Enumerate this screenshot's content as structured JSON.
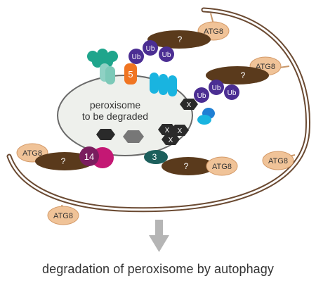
{
  "diagram": {
    "peroxisome_label": [
      "peroxisome",
      "to be degraded"
    ],
    "question_mark": "?",
    "atg8_label": "ATG8",
    "ub_label": "Ub",
    "x_label": "X",
    "receptor_5": "5",
    "receptor_14": "14",
    "receptor_3": "3",
    "caption": "degradation of peroxisome by autophagy"
  },
  "colors": {
    "membrane": "#6b4a32",
    "peroxisome_fill": "#eef0ec",
    "peroxisome_stroke": "#6a6a6a",
    "receptor_brown": "#5a3a1c",
    "atg8_fill": "#f0c398",
    "atg8_stroke": "#d49a68",
    "ub_purple": "#4b2e93",
    "teal": "#1fa58c",
    "cyan": "#19b4e0",
    "blue": "#1f7fd4",
    "orange": "#f07522",
    "magenta": "#c41874",
    "dark_teal": "#1c5f5c",
    "arrow_gray": "#b5b5b5"
  },
  "icons": [
    "down-arrow-icon"
  ]
}
